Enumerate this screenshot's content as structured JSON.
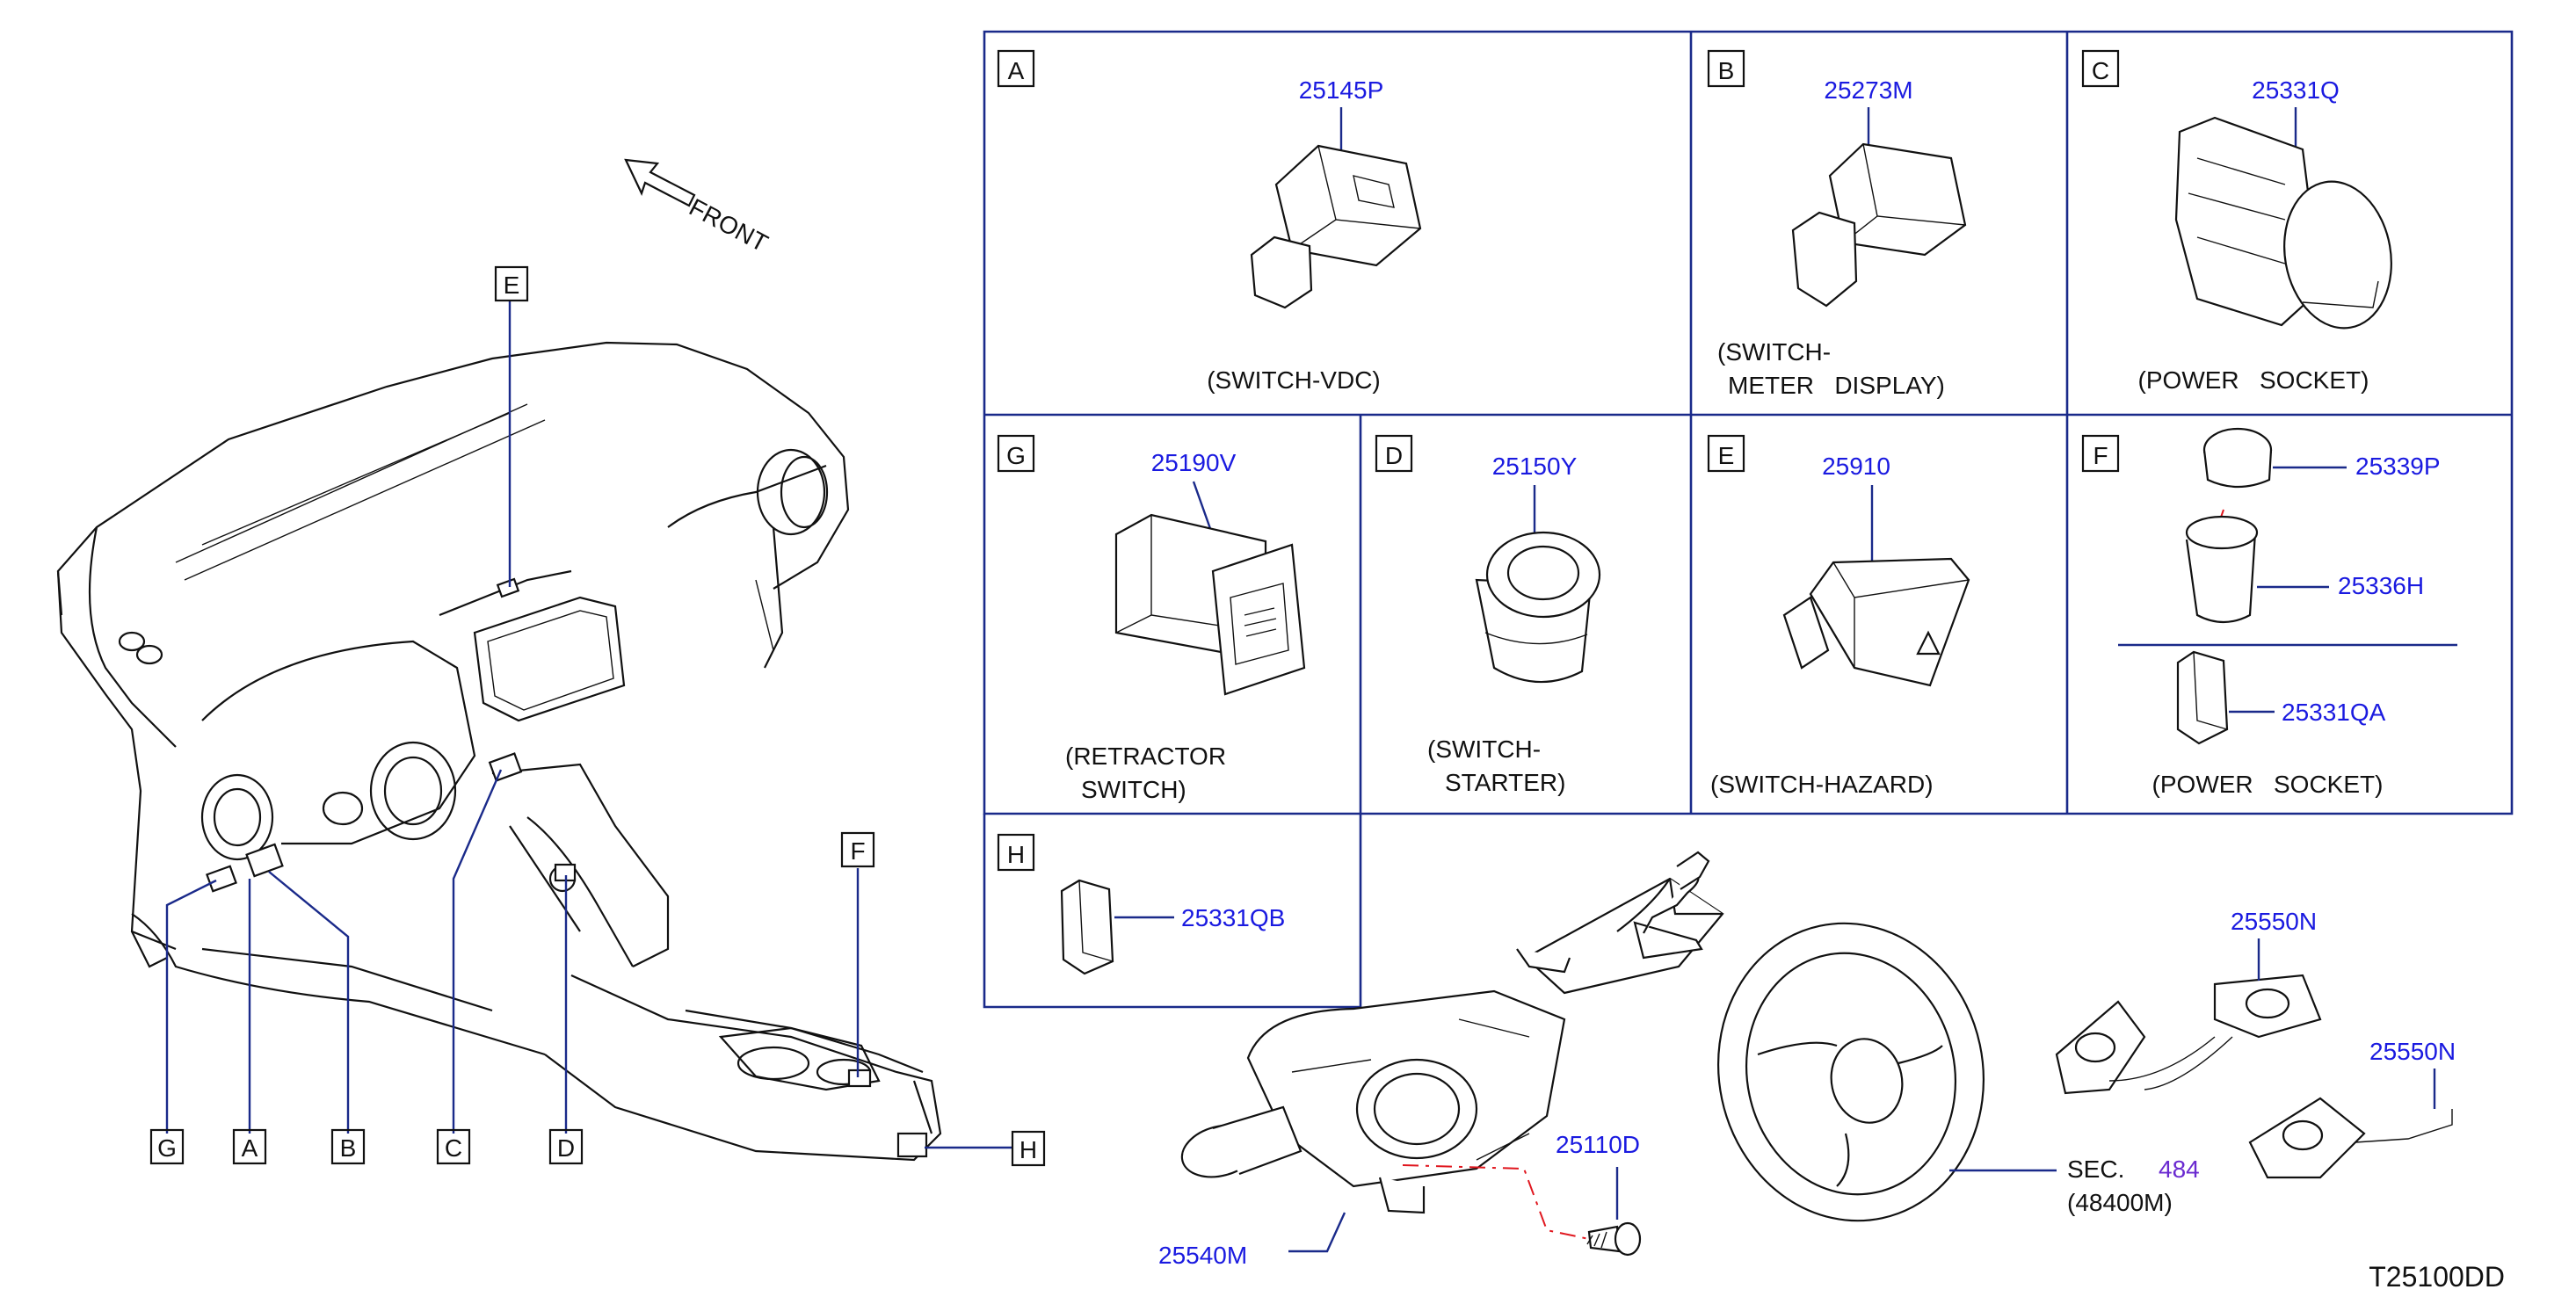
{
  "front_label": "FRONT",
  "callouts": {
    "a": "A",
    "b": "B",
    "c": "C",
    "d": "D",
    "e": "E",
    "f": "F",
    "g": "G",
    "h": "H"
  },
  "panels": {
    "a": {
      "letter": "A",
      "part": "25145P",
      "caption": [
        "(SWITCH-VDC)"
      ]
    },
    "b": {
      "letter": "B",
      "part": "25273M",
      "caption": [
        "(SWITCH-",
        "METER   DISPLAY)"
      ]
    },
    "c": {
      "letter": "C",
      "part": "25331Q",
      "caption": [
        "(POWER   SOCKET)"
      ]
    },
    "g": {
      "letter": "G",
      "part": "25190V",
      "caption": [
        "(RETRACTOR",
        "SWITCH)"
      ]
    },
    "d": {
      "letter": "D",
      "part": "25150Y",
      "caption": [
        "(SWITCH-",
        "STARTER)"
      ]
    },
    "e": {
      "letter": "E",
      "part": "25910",
      "caption": [
        "(SWITCH-HAZARD)"
      ]
    },
    "f": {
      "letter": "F",
      "parts": [
        "25339P",
        "25336H",
        "25331QA"
      ],
      "caption": [
        "(POWER   SOCKET)"
      ]
    },
    "h": {
      "letter": "H",
      "part": "25331QB"
    }
  },
  "lower_parts": {
    "combination_switch": "25540M",
    "screw": "25110D",
    "steering_switch_1": "25550N",
    "steering_switch_2": "25550N",
    "sec_label": "SEC.",
    "sec_number": "484",
    "sec_part": "(48400M)"
  },
  "diagram_id": "T25100DD",
  "colors": {
    "part_number": "#1a1ae0",
    "leader": "#1a2a8a",
    "ink": "#111111",
    "dash_line": "#e0161e"
  }
}
